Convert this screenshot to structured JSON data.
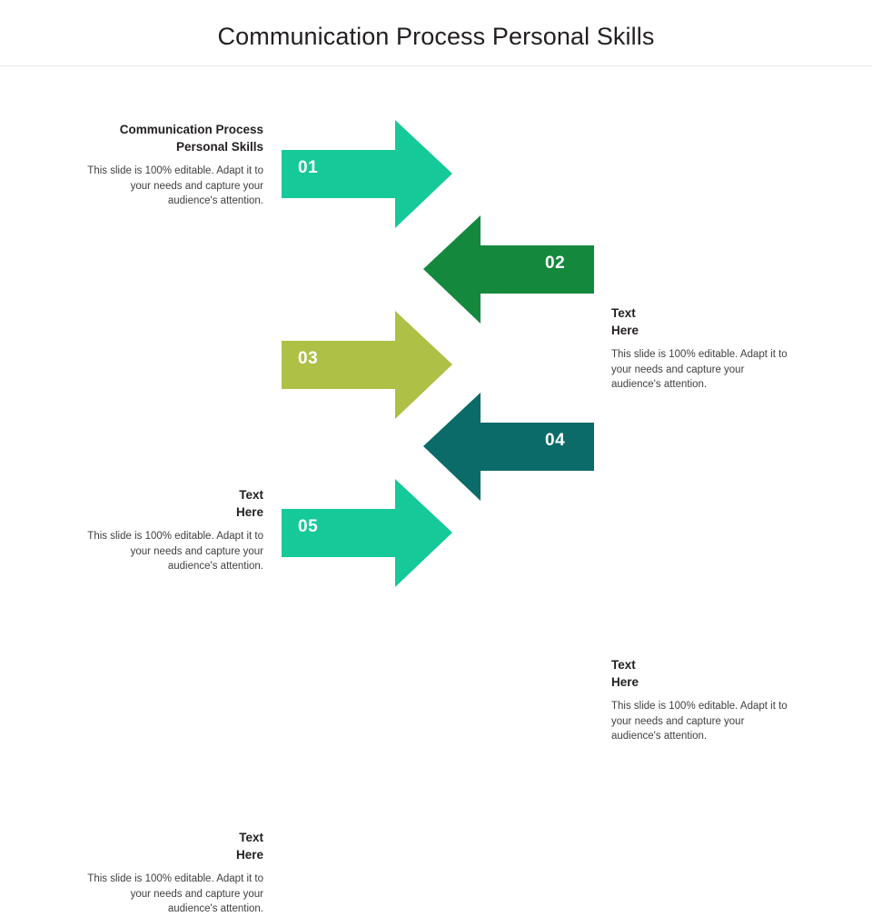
{
  "slide": {
    "title": "Communication Process Personal Skills",
    "background_color": "#ffffff",
    "divider_color": "#e4e6e8"
  },
  "body_text": "This slide is 100% editable. Adapt it to your needs and capture your audience's attention.",
  "steps": [
    {
      "number": "01",
      "direction": "right",
      "color": "#16c998",
      "text_side": "left",
      "heading": "Communication Process\nPersonal Skills",
      "body": "This slide is 100% editable. Adapt it to your needs and capture your audience's attention."
    },
    {
      "number": "02",
      "direction": "left",
      "color": "#14883d",
      "text_side": "right",
      "heading": "Text\nHere",
      "body": "This slide is 100% editable. Adapt it to your needs and capture your audience's attention."
    },
    {
      "number": "03",
      "direction": "right",
      "color": "#aec046",
      "text_side": "left",
      "heading": "Text\nHere",
      "body": "This slide is 100% editable. Adapt it to your needs and capture your audience's attention."
    },
    {
      "number": "04",
      "direction": "left",
      "color": "#0b6b68",
      "text_side": "right",
      "heading": "Text\nHere",
      "body": "This slide is 100% editable. Adapt it to your needs and capture your audience's attention."
    },
    {
      "number": "05",
      "direction": "right",
      "color": "#16c998",
      "text_side": "left",
      "heading": "Text\nHere",
      "body": "This slide is 100% editable. Adapt it to your needs and capture your audience's attention."
    }
  ]
}
